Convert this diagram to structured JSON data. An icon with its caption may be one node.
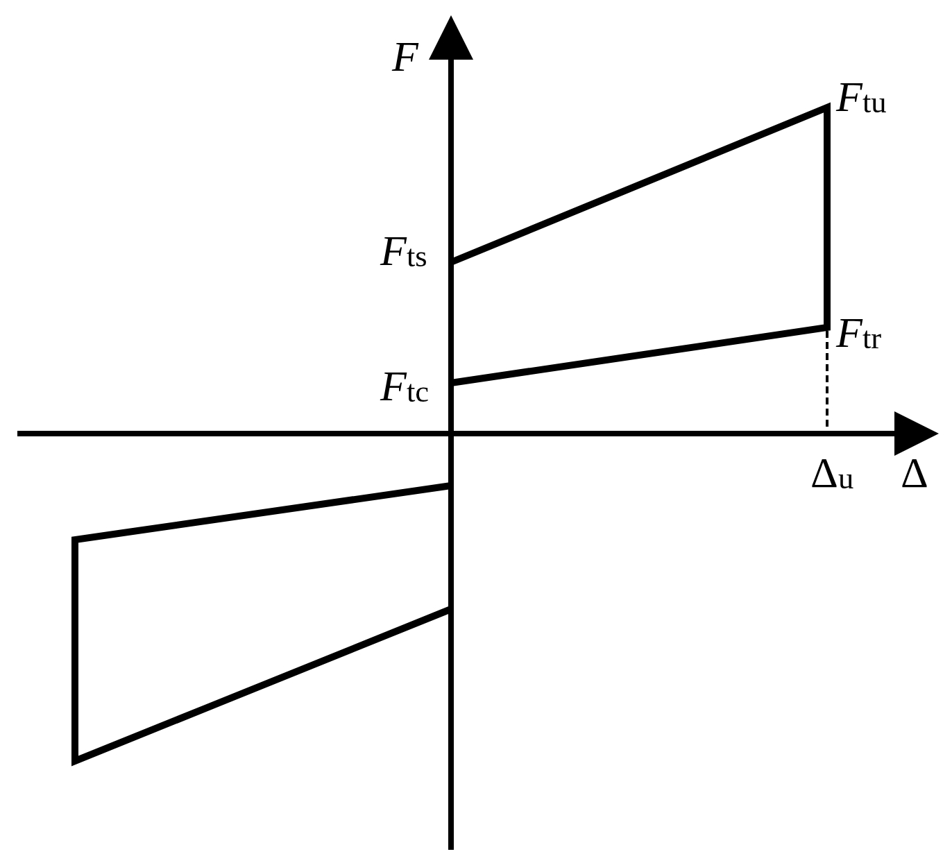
{
  "diagram": {
    "labels": [
      "F",
      "*F*$_{tu}$",
      "*F*$_{ts}$",
      "*F*$_{tr}$",
      "*F*$_{tc}$",
      "Δ$_{u}$",
      "Δ"
    ]
  }
}
